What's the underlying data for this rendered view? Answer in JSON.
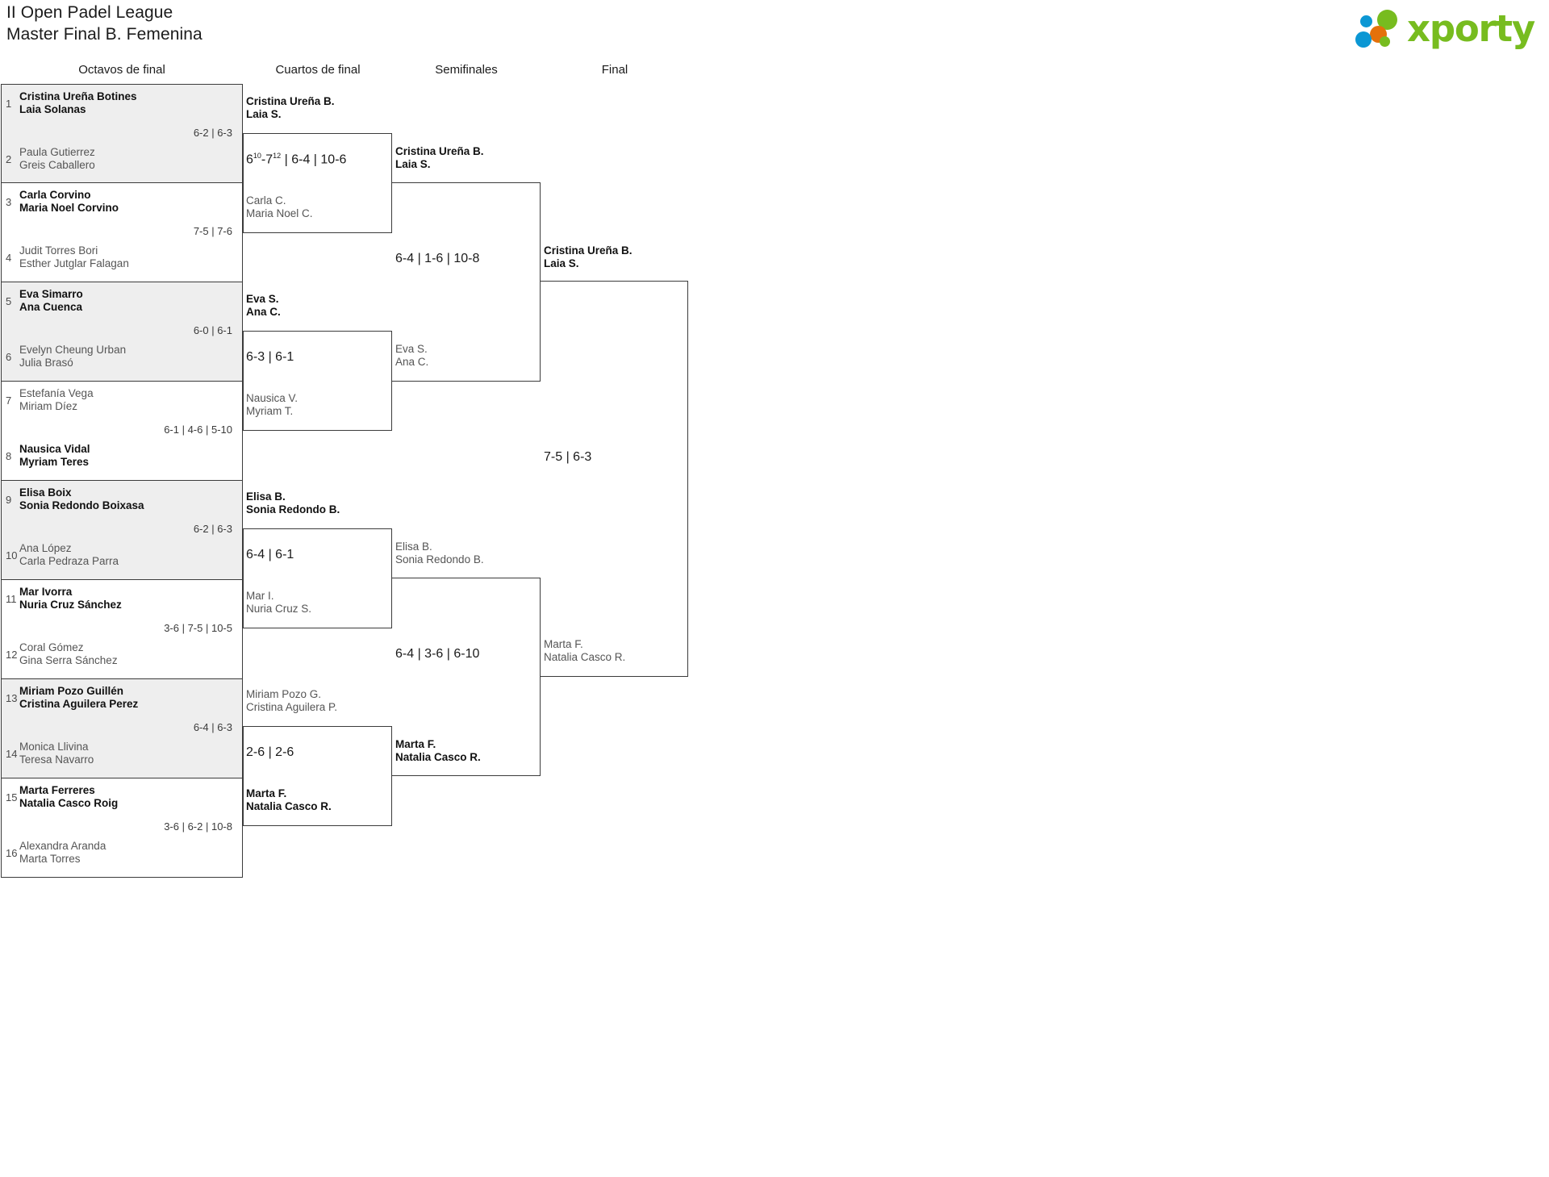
{
  "header": {
    "title_line1": "II Open Padel League",
    "title_line2": "Master Final B. Femenina",
    "logo_word": "xporty",
    "colors": {
      "green": "#77bc1f",
      "blue": "#0b97d4",
      "orange": "#e4710b"
    }
  },
  "rounds": [
    {
      "key": "r16",
      "label": "Octavos de final"
    },
    {
      "key": "qf",
      "label": "Cuartos de final"
    },
    {
      "key": "sf",
      "label": "Semifinales"
    },
    {
      "key": "f",
      "label": "Final"
    }
  ],
  "round_of_16": [
    {
      "seed_top": "1",
      "top_p1": "Cristina Ureña Botines",
      "top_p2": "Laia Solanas",
      "seed_bot": "2",
      "bot_p1": "Paula Gutierrez",
      "bot_p2": "Greis Caballero",
      "score": "6-2 | 6-3",
      "winner": "top",
      "shaded": true
    },
    {
      "seed_top": "3",
      "top_p1": "Carla Corvino",
      "top_p2": "Maria Noel Corvino",
      "seed_bot": "4",
      "bot_p1": "Judit Torres Bori",
      "bot_p2": "Esther Jutglar Falagan",
      "score": "7-5 | 7-6",
      "winner": "top",
      "shaded": false
    },
    {
      "seed_top": "5",
      "top_p1": "Eva Simarro",
      "top_p2": "Ana Cuenca",
      "seed_bot": "6",
      "bot_p1": "Evelyn Cheung Urban",
      "bot_p2": "Julia Brasó",
      "score": "6-0 | 6-1",
      "winner": "top",
      "shaded": true
    },
    {
      "seed_top": "7",
      "top_p1": "Estefanía Vega",
      "top_p2": "Miriam Díez",
      "seed_bot": "8",
      "bot_p1": "Nausica Vidal",
      "bot_p2": "Myriam Teres",
      "score": "6-1 | 4-6 | 5-10",
      "winner": "bot",
      "shaded": false
    },
    {
      "seed_top": "9",
      "top_p1": "Elisa Boix",
      "top_p2": "Sonia Redondo Boixasa",
      "seed_bot": "10",
      "bot_p1": "Ana López",
      "bot_p2": "Carla Pedraza Parra",
      "score": "6-2 | 6-3",
      "winner": "top",
      "shaded": true
    },
    {
      "seed_top": "11",
      "top_p1": "Mar Ivorra",
      "top_p2": "Nuria Cruz Sánchez",
      "seed_bot": "12",
      "bot_p1": "Coral Gómez",
      "bot_p2": "Gina Serra Sánchez",
      "score": "3-6 | 7-5 | 10-5",
      "winner": "top",
      "shaded": false
    },
    {
      "seed_top": "13",
      "top_p1": "Miriam Pozo Guillén",
      "top_p2": "Cristina Aguilera Perez",
      "seed_bot": "14",
      "bot_p1": "Monica Llivina",
      "bot_p2": "Teresa Navarro",
      "score": "6-4 | 6-3",
      "winner": "top",
      "shaded": true
    },
    {
      "seed_top": "15",
      "top_p1": "Marta Ferreres",
      "top_p2": "Natalia Casco Roig",
      "seed_bot": "16",
      "bot_p1": "Alexandra Aranda",
      "bot_p2": "Marta Torres",
      "score": "3-6 | 6-2 | 10-8",
      "winner": "top",
      "shaded": false
    }
  ],
  "quarterfinals": [
    {
      "top_p1": "Cristina Ureña B.",
      "top_p2": "Laia S.",
      "bot_p1": "Carla C.",
      "bot_p2": "Maria Noel C.",
      "score_prefix": "6",
      "score_sup1": "10",
      "score_mid": "-7",
      "score_sup2": "12",
      "score_rest": " | 6-4 | 10-6",
      "score_plain": "6¹⁰-7¹² | 6-4 | 10-6",
      "winner": "top"
    },
    {
      "top_p1": "Eva S.",
      "top_p2": "Ana C.",
      "bot_p1": "Nausica V.",
      "bot_p2": "Myriam T.",
      "score_plain": "6-3 | 6-1",
      "winner": "top"
    },
    {
      "top_p1": "Elisa B.",
      "top_p2": "Sonia Redondo B.",
      "bot_p1": "Mar I.",
      "bot_p2": "Nuria Cruz S.",
      "score_plain": "6-4 | 6-1",
      "winner": "top"
    },
    {
      "top_p1": "Miriam Pozo G.",
      "top_p2": "Cristina Aguilera P.",
      "bot_p1": "Marta F.",
      "bot_p2": "Natalia Casco R.",
      "score_plain": "2-6 | 2-6",
      "winner": "bot"
    }
  ],
  "semifinals": [
    {
      "top_p1": "Cristina Ureña B.",
      "top_p2": "Laia S.",
      "bot_p1": "Eva S.",
      "bot_p2": "Ana C.",
      "score_plain": "6-4 | 1-6 | 10-8",
      "winner": "top"
    },
    {
      "top_p1": "Elisa B.",
      "top_p2": "Sonia Redondo B.",
      "bot_p1": "Marta F.",
      "bot_p2": "Natalia Casco R.",
      "score_plain": "6-4 | 3-6 | 6-10",
      "winner": "bot"
    }
  ],
  "final": {
    "top_p1": "Cristina Ureña B.",
    "top_p2": "Laia S.",
    "bot_p1": "Marta F.",
    "bot_p2": "Natalia Casco R.",
    "score_plain": "7-5 | 6-3",
    "winner": "top"
  }
}
